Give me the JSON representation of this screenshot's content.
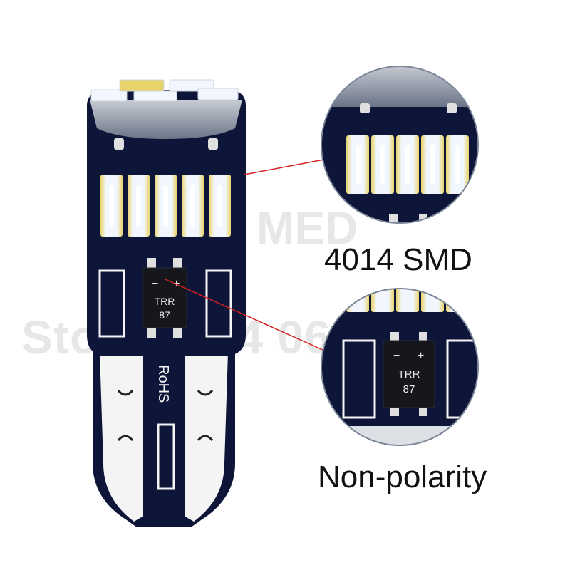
{
  "captions": {
    "smd": "4014 SMD",
    "polarity": "Non-polarity"
  },
  "bulb": {
    "chip_minus": "−",
    "chip_plus": "+",
    "chip_line1": "TRR",
    "chip_line2": "87",
    "stem_text": "RoHS"
  },
  "zoom_bottom": {
    "chip_minus": "−",
    "chip_plus": "+",
    "chip_line1": "TRR",
    "chip_line2": "87"
  },
  "watermark": {
    "top": "MED",
    "bottom": "Store No.4       063"
  },
  "colors": {
    "pcb": "#0d1538",
    "led_yellow": "#e8d36a",
    "led_white": "#f2f7ff",
    "pointer_line": "#d42020",
    "copper": "#f4f4f4",
    "lens_ring": "#7a8597"
  }
}
